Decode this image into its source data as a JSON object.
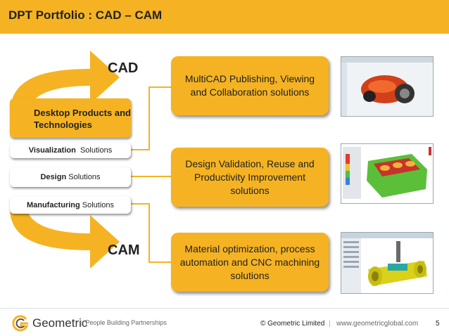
{
  "header": {
    "title": "DPT Portfolio : CAD – CAM"
  },
  "arrows": {
    "cad_label": "CAD",
    "cam_label": "CAM"
  },
  "tabs": {
    "main": "Desktop Products and Technologies",
    "visualization": {
      "bold": "Visualization",
      "rest": "Solutions"
    },
    "design": {
      "bold": "Design",
      "rest": "Solutions"
    },
    "manufacturing": {
      "bold": "Manufacturing",
      "rest": "Solutions"
    }
  },
  "boxes": [
    "MultiCAD Publishing, Viewing and Collaboration solutions",
    "Design Validation, Reuse and Productivity Improvement solutions",
    "Material optimization, process automation and CNC machining solutions"
  ],
  "screenshots": [
    "automotive-part-viewer",
    "engine-block-analysis",
    "cnc-machining-simulation"
  ],
  "footer": {
    "brand": "Geometric",
    "tagline": "People Building Partnerships",
    "copyright": "© Geometric Limited",
    "website": "www.geometricglobal.com",
    "page": "5"
  },
  "colors": {
    "accent": "#f5b323",
    "text": "#222222"
  }
}
